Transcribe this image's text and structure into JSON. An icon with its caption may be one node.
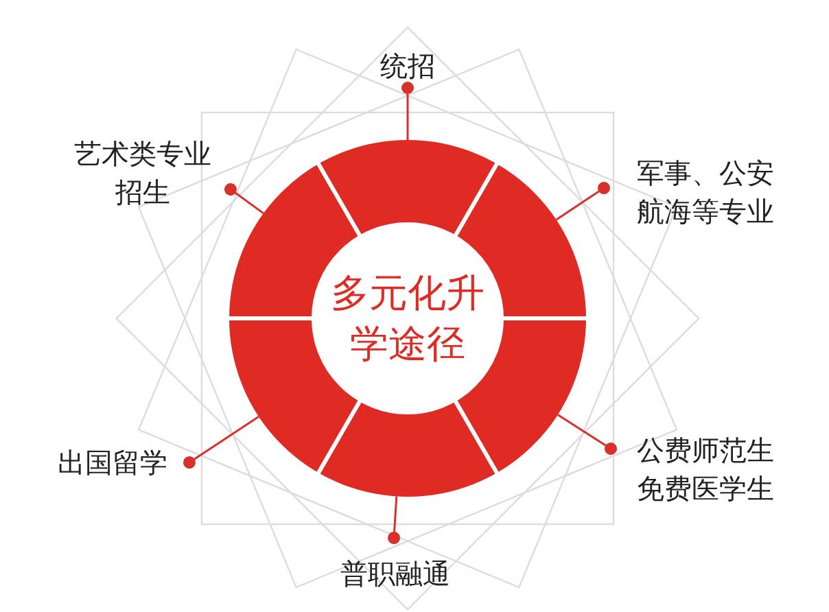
{
  "diagram": {
    "nodes": [
      {
        "text": [
          "多元化升学途径"
        ]
      },
      {
        "text": [
          "统招"
        ]
      },
      {
        "text": [
          "艺术类专业招生"
        ]
      },
      {
        "text": [
          "军事、公安航海等专业"
        ]
      },
      {
        "text": [
          "出国留学"
        ]
      },
      {
        "text": [
          "公费师范生免费医学生"
        ]
      },
      {
        "text": [
          "普职融通"
        ]
      }
    ],
    "edges": [
      {
        "from": 1,
        "to": 0,
        "arrow": "other"
      },
      {
        "from": 2,
        "to": 0,
        "arrow": "other"
      },
      {
        "from": 3,
        "to": 0,
        "arrow": "other"
      },
      {
        "from": 4,
        "to": 0,
        "arrow": "other"
      },
      {
        "from": 5,
        "to": 0,
        "arrow": "other"
      },
      {
        "from": 6,
        "to": 0,
        "arrow": "other"
      }
    ]
  }
}
